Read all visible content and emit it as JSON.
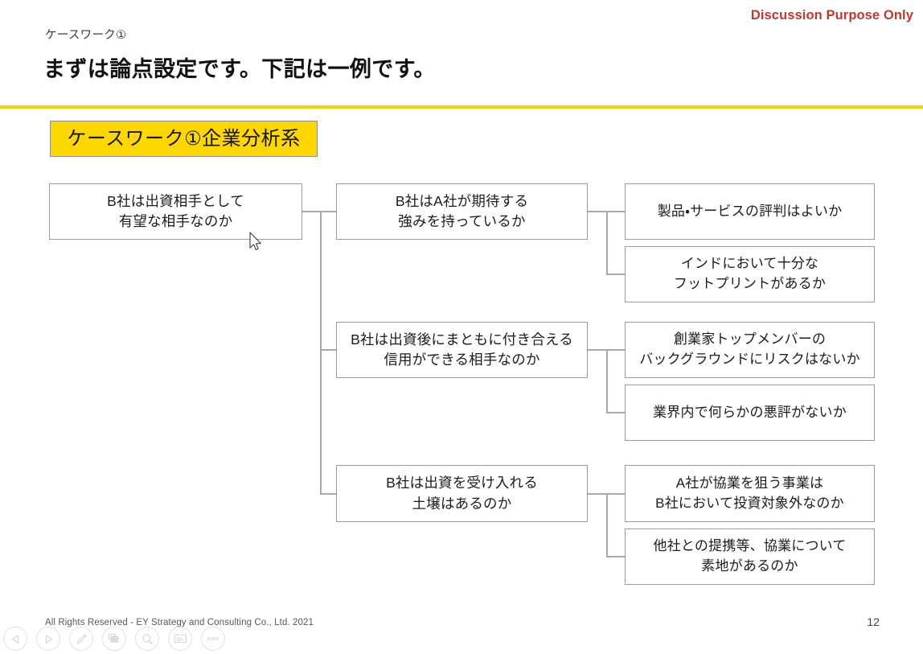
{
  "header": {
    "disclaimer": "Discussion Purpose Only",
    "kicker": "ケースワーク①",
    "title": "まずは論点設定です。下記は一例です。",
    "rule_color": "#f5d000"
  },
  "section_chip": {
    "label": "ケースワーク①企業分析系",
    "background": "#ffd700",
    "border_color": "#8c8c8c"
  },
  "issue_tree": {
    "root": {
      "label": "B社は出資相手として\n有望な相手なのか"
    },
    "branches": [
      {
        "label": "B社はA社が期待する\n強みを持っているか",
        "children": [
          {
            "label": "製品・サービスの評判はよいか"
          },
          {
            "label": "インドにおいて十分な\nフットプリントがあるか"
          }
        ]
      },
      {
        "label": "B社は出資後にまともに付き合える\n信用ができる相手なのか",
        "children": [
          {
            "label": "創業家トップメンバーの\nバックグラウンドにリスクはないか"
          },
          {
            "label": "業界内で何らかの悪評がないか"
          }
        ]
      },
      {
        "label": "B社は出資を受け入れる\n土壌はあるのか",
        "children": [
          {
            "label": "A社が協業を狙う事業は\nB社において投資対象外なのか"
          },
          {
            "label": "他社との提携等、協業について\n素地があるのか"
          }
        ]
      }
    ]
  },
  "footer": {
    "copyright": "All Rights Reserved - EY Strategy and Consulting Co., Ltd.  2021",
    "page_number": "12"
  },
  "toolbar": {
    "buttons": [
      {
        "name": "previous-slide-button",
        "icon": "triangle-left-icon"
      },
      {
        "name": "next-slide-button",
        "icon": "triangle-right-icon"
      },
      {
        "name": "annotate-pen-button",
        "icon": "pen-icon"
      },
      {
        "name": "slide-overview-button",
        "icon": "slides-grid-icon"
      },
      {
        "name": "zoom-button",
        "icon": "magnifier-icon"
      },
      {
        "name": "presenter-view-button",
        "icon": "screen-icon"
      },
      {
        "name": "more-options-button",
        "icon": "ellipsis-icon"
      }
    ]
  },
  "colors": {
    "accent_yellow": "#ffd700",
    "rule_yellow": "#f5d000",
    "disclaimer_red": "#c0392b",
    "box_border": "#9a9a9a",
    "connector": "#a8a8a8"
  }
}
